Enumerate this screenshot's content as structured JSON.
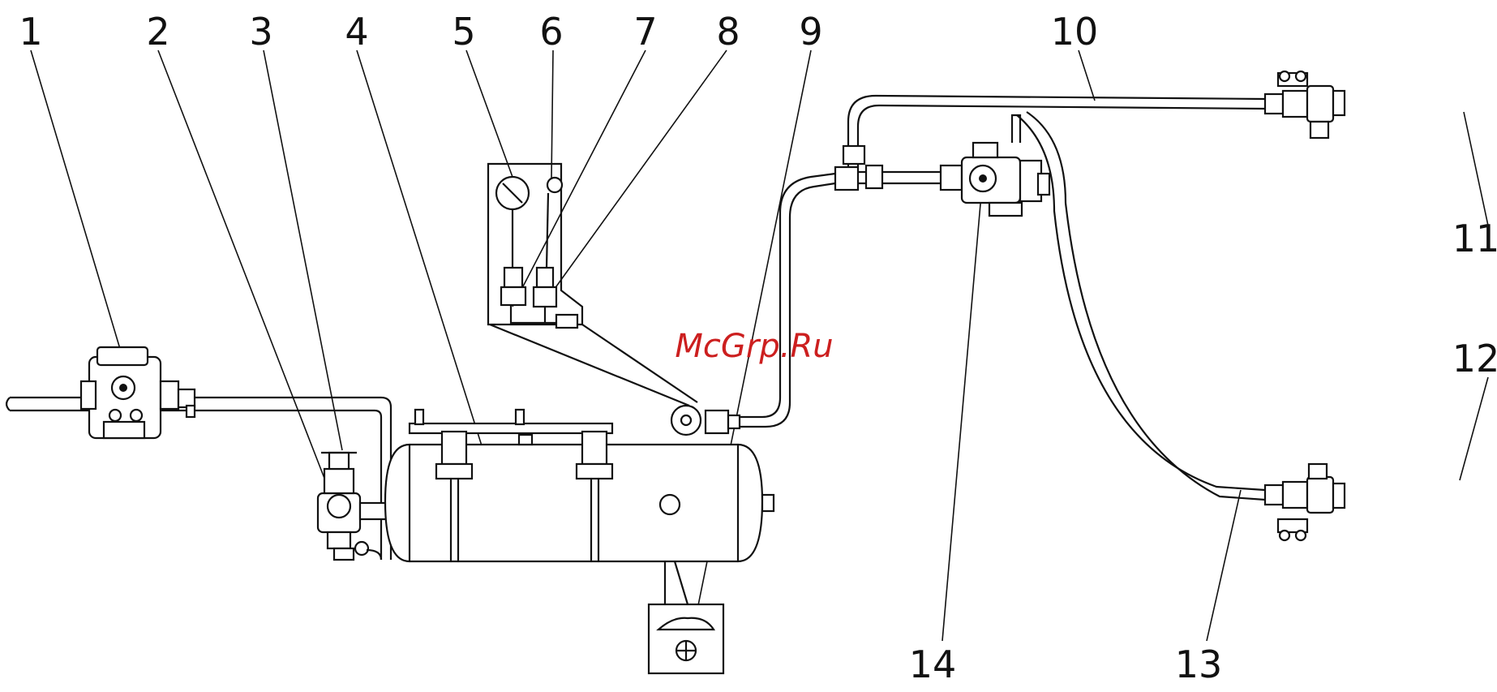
{
  "watermark": "McGrp.Ru",
  "callouts": [
    "1",
    "2",
    "3",
    "4",
    "5",
    "6",
    "7",
    "8",
    "9",
    "10",
    "11",
    "12",
    "13",
    "14"
  ],
  "colors": {
    "lines": "#111111",
    "watermark": "#cc1f1f",
    "background": "#ffffff"
  }
}
